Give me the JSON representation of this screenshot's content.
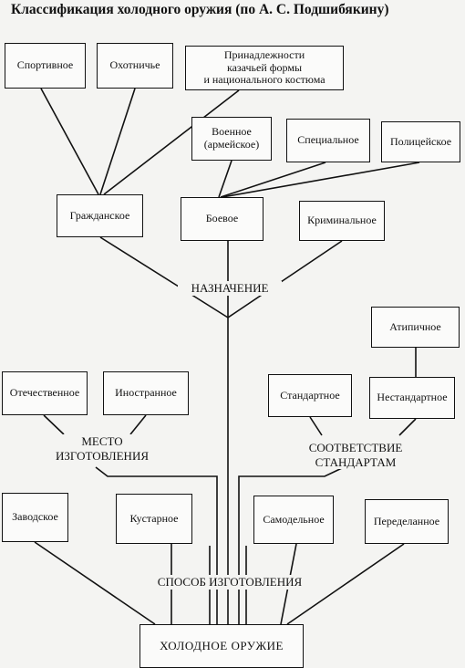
{
  "title": "Классификация холодного оружия (по А. С. Подшибякину)",
  "boxes": {
    "sport": "Спортивное",
    "hunting": "Охотничье",
    "accessories": "Принадлежности\nказачьей формы\nи национального костюма",
    "military": "Военное\n(армейское)",
    "special": "Специальное",
    "police": "Полицейское",
    "civil": "Гражданское",
    "combat": "Боевое",
    "criminal": "Криминальное",
    "atypical": "Атипичное",
    "domestic": "Отечественное",
    "foreign": "Иностранное",
    "standard": "Стандартное",
    "nonstandard": "Нестандартное",
    "factory": "Заводское",
    "handicraft": "Кустарное",
    "homemade": "Самодельное",
    "altered": "Переделанное",
    "root": "ХОЛОДНОЕ ОРУЖИЕ"
  },
  "labels": {
    "purpose": "НАЗНАЧЕНИЕ",
    "place": "МЕСТО\nИЗГОТОВЛЕНИЯ",
    "standards": "СООТВЕТСТВИЕ\nСТАНДАРТАМ",
    "method": "СПОСОБ  ИЗГОТОВЛЕНИЯ"
  }
}
